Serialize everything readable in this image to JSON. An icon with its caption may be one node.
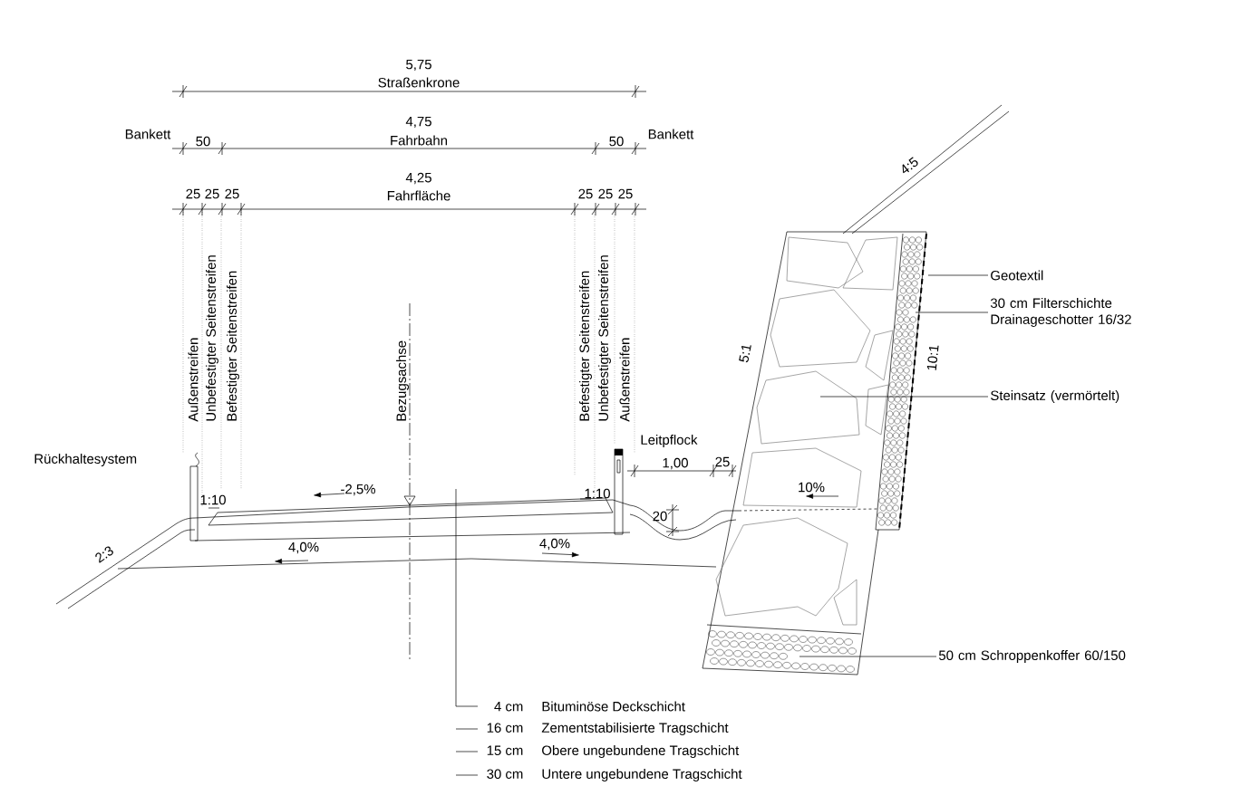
{
  "diagram": {
    "nodes": [
      {
        "text": [
          "Geotextil"
        ]
      },
      {
        "text": [
          "30 cm Filterschichte Drainageschotter 16/32"
        ]
      },
      {
        "text": [
          "Steinsatz (vermörtelt)"
        ]
      },
      {
        "text": [
          "50 cm Schroppenkoffer 60/150"
        ]
      },
      {
        "text": [
          "4 cm",
          "Bituminöse Deckschicht"
        ]
      },
      {
        "text": [
          "16 cm",
          "Zementstabilisierte Tragschicht"
        ]
      },
      {
        "text": [
          "15 cm",
          "Obere ungebundene Tragschicht"
        ]
      },
      {
        "text": [
          "30 cm",
          "Untere ungebundene Tragschicht"
        ]
      }
    ],
    "edges": [
      {
        "from": 0,
        "to": null,
        "arrow": "none"
      },
      {
        "from": 1,
        "to": null,
        "arrow": "none"
      },
      {
        "from": 2,
        "to": null,
        "arrow": "none"
      },
      {
        "from": 3,
        "to": null,
        "arrow": "none"
      },
      {
        "from": 4,
        "to": null,
        "arrow": "none"
      },
      {
        "from": 5,
        "to": null,
        "arrow": "none"
      },
      {
        "from": 6,
        "to": null,
        "arrow": "none"
      },
      {
        "from": 7,
        "to": null,
        "arrow": "none"
      }
    ],
    "labels": [
      "5,75",
      "Straßenkrone",
      "Bankett",
      "50",
      "4,75",
      "Fahrbahn",
      "50",
      "Bankett",
      "25",
      "25",
      "25",
      "4,25",
      "Fahrfläche",
      "25",
      "25",
      "25",
      "Außenstreifen",
      "Unbefestigter Seitenstreifen",
      "Befestigter Seitenstreifen",
      "4:5",
      "Bezugsachse",
      "Befestigter Seitenstreifen",
      "Unbefestigter Seitenstreifen",
      "Außenstreifen",
      "5:1",
      "10:1",
      "Rückhaltesystem",
      "Leitpflock",
      "1,00",
      "25",
      "1:10",
      "-2,5%",
      "1:10",
      "10%",
      "20",
      "2:3",
      "4,0%",
      "4,0%"
    ]
  }
}
